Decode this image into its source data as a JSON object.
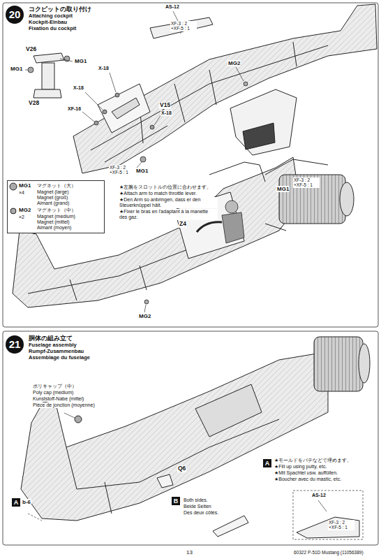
{
  "diagram": {
    "nodes": [
      {
        "text": [
          "20"
        ]
      },
      {
        "text": [
          "MG1",
          "マグネット（大）",
          "×4",
          "Magnet (large) Magnet (groß) Aimant (grand)",
          "MG2",
          "マグネット（中）",
          "×2",
          "Magnet (medium) Magnet (mittel) Aimant (moyen)"
        ]
      },
      {
        "text": [
          "21"
        ]
      },
      {
        "text": [
          "A"
        ]
      },
      {
        "text": [
          "B"
        ]
      },
      {
        "text": [
          "A"
        ]
      }
    ],
    "labels": [
      "コクピットの取り付け",
      "Attaching cockpit",
      "Kockpit-Einbau",
      "Fixation du cockpit",
      "AS-12",
      "XF-3 : 2 +XF-5 : 1",
      "V26",
      "MG1",
      "MG1",
      "V28",
      "X-18",
      "X-18",
      "XF-16",
      "V15",
      "X-18",
      "XF-3 : 2 +XF-5 : 1",
      "MG1",
      "MG2",
      "★左腕をスロットルの位置に合わせます。",
      "★Attach arm to match throttle lever.",
      "★Den Arm so anbringen, dass er den Steuerknüppel hält.",
      "★Fixer le bras en l'adaptant à la manette des gaz.",
      "Z4",
      "MG1",
      "XF-3 : 2 +XF-5 : 1",
      "MG2",
      "胴体の組み立て",
      "Fuselage assembly",
      "Rumpf-Zusammenbau",
      "Assemblage du fuselage",
      "ポリキャップ（中）",
      "Poly cap (medium)",
      "Kunststoff-Nabe (mittel)",
      "Pièce de jonction (moyenne)",
      "Q6",
      "b-6",
      "Both sides.",
      "Beide Seiten",
      "Des deux côtés.",
      "★モールドをパテなどで埋めます。",
      "★Fill up using putty, etc.",
      "★Mit Spachtel usw. auffüllen.",
      "★Boucher avec du mastic, etc.",
      "AS-12",
      "XF-3 : 2 +XF-5 : 1",
      "13",
      "60322 P-51D Mustang (11056389)"
    ]
  }
}
